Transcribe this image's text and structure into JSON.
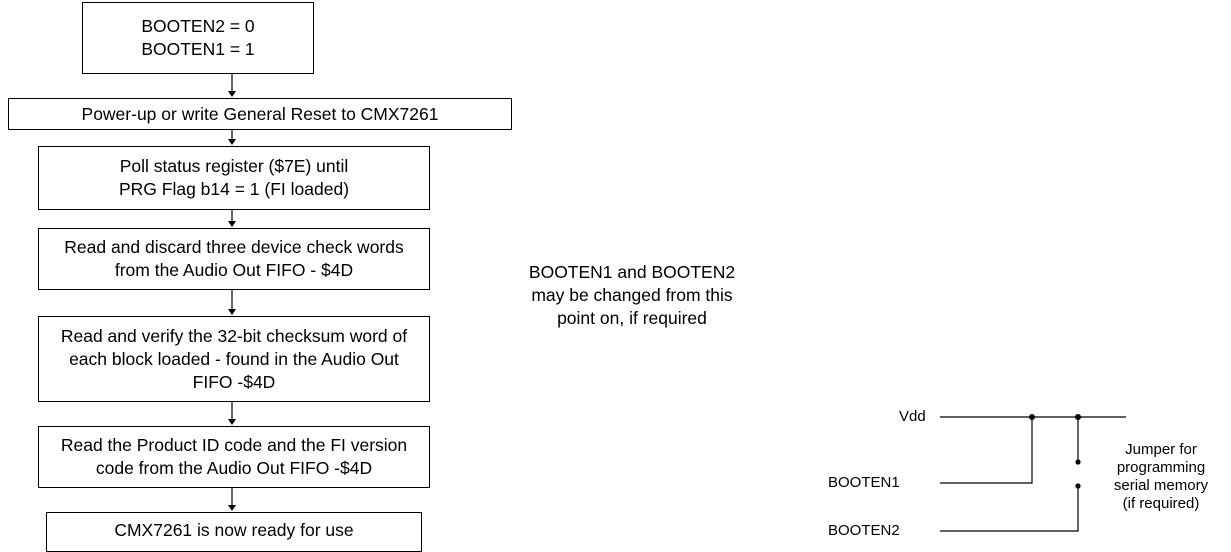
{
  "flowchart": {
    "steps": [
      [
        "BOOTEN2 = 0",
        "BOOTEN1 = 1"
      ],
      [
        "Power-up or write General Reset to CMX7261"
      ],
      [
        "Poll status register ($7E) until",
        "PRG Flag b14 = 1 (FI loaded)"
      ],
      [
        "Read and discard three device check words",
        "from the Audio Out FIFO - $4D"
      ],
      [
        "Read and verify the 32-bit checksum word of",
        "each block loaded - found in the Audio Out",
        "FIFO -$4D"
      ],
      [
        "Read the Product ID code and the FI version",
        "code from the Audio Out  FIFO -$4D"
      ],
      [
        "CMX7261 is now ready for use"
      ]
    ]
  },
  "side_note": [
    "BOOTEN1 and BOOTEN2",
    "may be changed from this",
    "point on, if required"
  ],
  "circuit": {
    "vdd_label": "Vdd",
    "booten1_label": "BOOTEN1",
    "booten2_label": "BOOTEN2",
    "jumper_note": [
      "Jumper for",
      "programming",
      "serial memory",
      "(if required)"
    ]
  }
}
